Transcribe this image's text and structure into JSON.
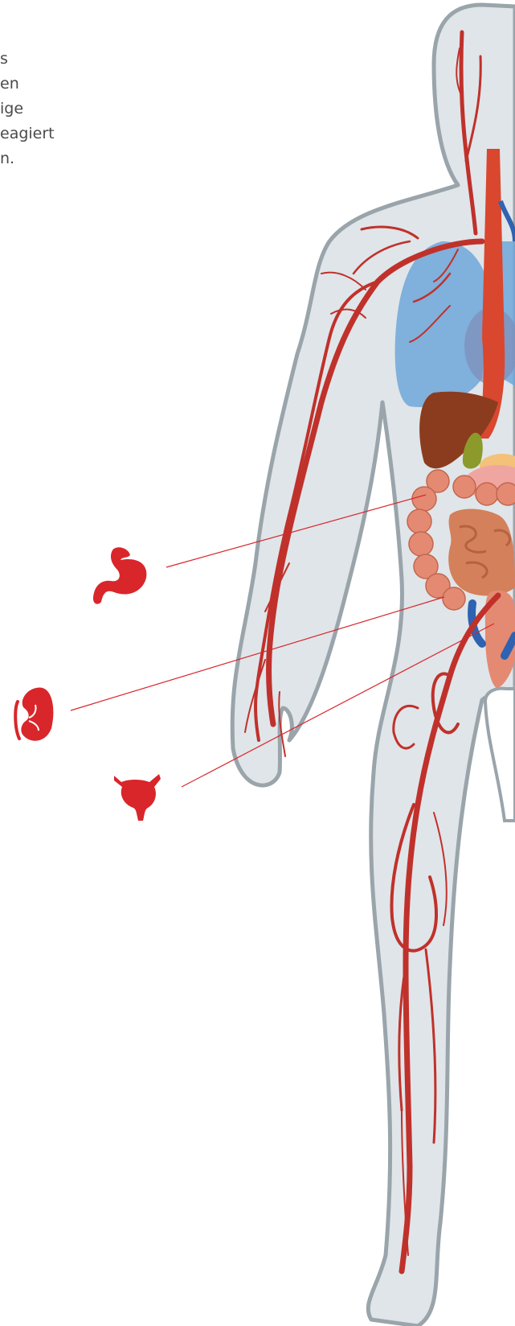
{
  "intro": {
    "lines": [
      "s",
      "en",
      "ige",
      "eagiert",
      "n."
    ]
  },
  "icons": [
    "stomach-icon",
    "kidney-icon",
    "bladder-icon"
  ],
  "colors": {
    "artery": "#c0312b",
    "vein": "#2f62b0",
    "body_fill": "#e0e5e9",
    "body_outline": "#9aa4ab",
    "lungs": "#6fa7d9",
    "liver": "#8b3c1e",
    "gallbladder": "#8c9a2b",
    "pancreas": "#f3c178",
    "intestine": "#e48a72",
    "small_intestine": "#d4805a",
    "organ_icon": "#d9262b",
    "text": "#4a4a4a"
  }
}
